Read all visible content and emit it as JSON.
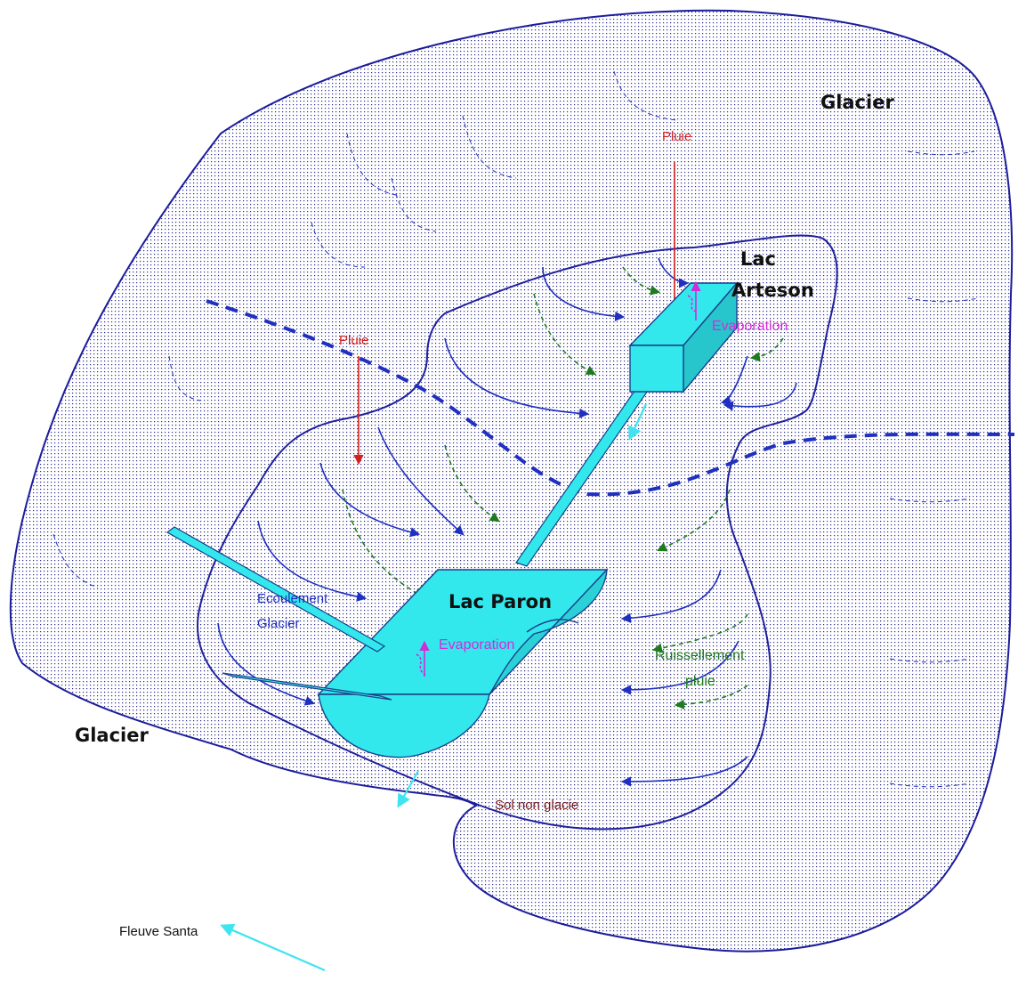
{
  "labels": {
    "glacier_top": "Glacier",
    "glacier_left": "Glacier",
    "lake_arteson_1": "Lac",
    "lake_arteson_2": "Arteson",
    "lake_paron": "Lac Paron",
    "rain_1": "Pluie",
    "rain_2": "Pluie",
    "evap_1": "Evaporation",
    "evap_2": "Evaporation",
    "glacier_flow_1": "Ecoulement",
    "glacier_flow_2": "Glacier",
    "runoff_1": "Ruissellement",
    "runoff_2": "pluie",
    "soil": "Sol non glacie",
    "river": "Fleuve Santa"
  },
  "colors": {
    "outline": "#1c1c9c",
    "stipple": "#2a2a8c",
    "lake": "#33e8ec",
    "lake_stroke": "#1a3f8a",
    "rain": "#d32020",
    "evaporation": "#d22cd8",
    "glacier_flow": "#1f2fbf",
    "runoff": "#1f7a1f",
    "soil_text": "#7a1a1a",
    "river_flow": "#3fe4f0"
  }
}
